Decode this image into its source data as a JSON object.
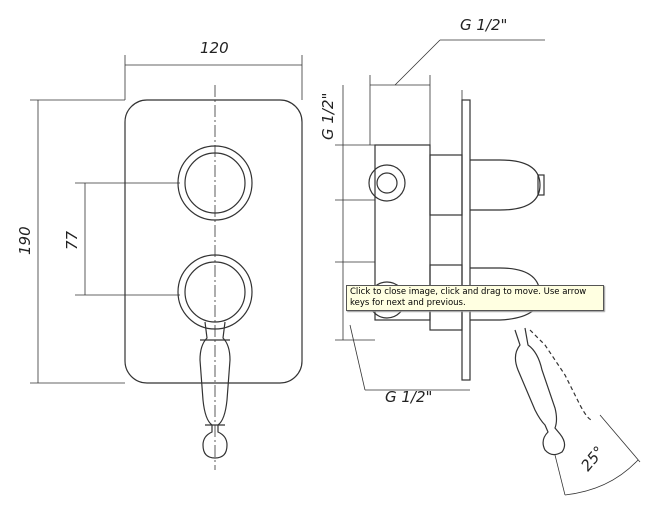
{
  "drawing": {
    "dim_width": "120",
    "dim_height": "190",
    "dim_spacing": "77",
    "thread_top": "G 1/2\"",
    "thread_side": "G 1/2\"",
    "thread_bottom": "G 1/2\"",
    "angle": "25°"
  },
  "tooltip": {
    "text": "Click to close image, click and drag to move. Use arrow keys for next and previous."
  }
}
